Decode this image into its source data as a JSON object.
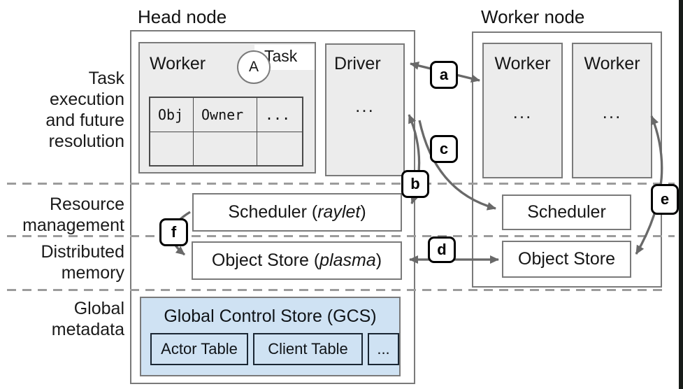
{
  "titles": {
    "head_node": "Head node",
    "worker_node": "Worker node"
  },
  "row_labels": {
    "task_execution": [
      "Task",
      "execution",
      "and future",
      "resolution"
    ],
    "resource_management": [
      "Resource",
      "management"
    ],
    "distributed_memory": [
      "Distributed",
      "memory"
    ],
    "global_metadata": [
      "Global",
      "metadata"
    ]
  },
  "head_node": {
    "worker": {
      "label": "Worker",
      "task_chip": "Task",
      "task_circle": "A",
      "ownership_table": {
        "headers": [
          "Obj",
          "Owner",
          "..."
        ],
        "rows": [
          [
            "",
            "",
            ""
          ]
        ]
      }
    },
    "driver": {
      "label": "Driver",
      "ellipsis": "..."
    },
    "scheduler": {
      "prefix": "Scheduler (",
      "emph": "raylet",
      "suffix": ")"
    },
    "object_store": {
      "prefix": "Object Store (",
      "emph": "plasma",
      "suffix": ")"
    },
    "gcs": {
      "title": "Global Control Store (GCS)",
      "tables": [
        "Actor Table",
        "Client Table",
        "..."
      ]
    }
  },
  "worker_node": {
    "workers": [
      {
        "label": "Worker",
        "ellipsis": "..."
      },
      {
        "label": "Worker",
        "ellipsis": "..."
      }
    ],
    "scheduler": {
      "label": "Scheduler"
    },
    "object_store": {
      "label": "Object Store"
    }
  },
  "badges": {
    "a": "a",
    "b": "b",
    "c": "c",
    "d": "d",
    "e": "e",
    "f": "f"
  },
  "colors": {
    "component_fill": "#ececec",
    "gcs_fill": "#cfe2f3",
    "gcs_inner_border": "#1a2633",
    "box_border": "#7a7a7a",
    "arrow": "#696969",
    "dashed_line": "#9c9c9c",
    "screen_edge_bar": "#171b18"
  }
}
